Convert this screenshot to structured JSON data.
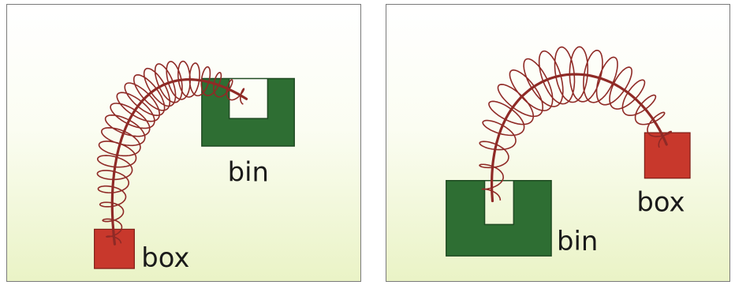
{
  "panels": [
    {
      "id": "left",
      "labels": {
        "bin": "bin",
        "box": "box"
      },
      "colors": {
        "bin": "#2e6e33",
        "box": "#c8382c",
        "trajectory": "#8f2a26"
      }
    },
    {
      "id": "right",
      "labels": {
        "bin": "bin",
        "box": "box"
      },
      "colors": {
        "bin": "#2e6e33",
        "box": "#c8382c",
        "trajectory": "#8f2a26"
      }
    }
  ]
}
